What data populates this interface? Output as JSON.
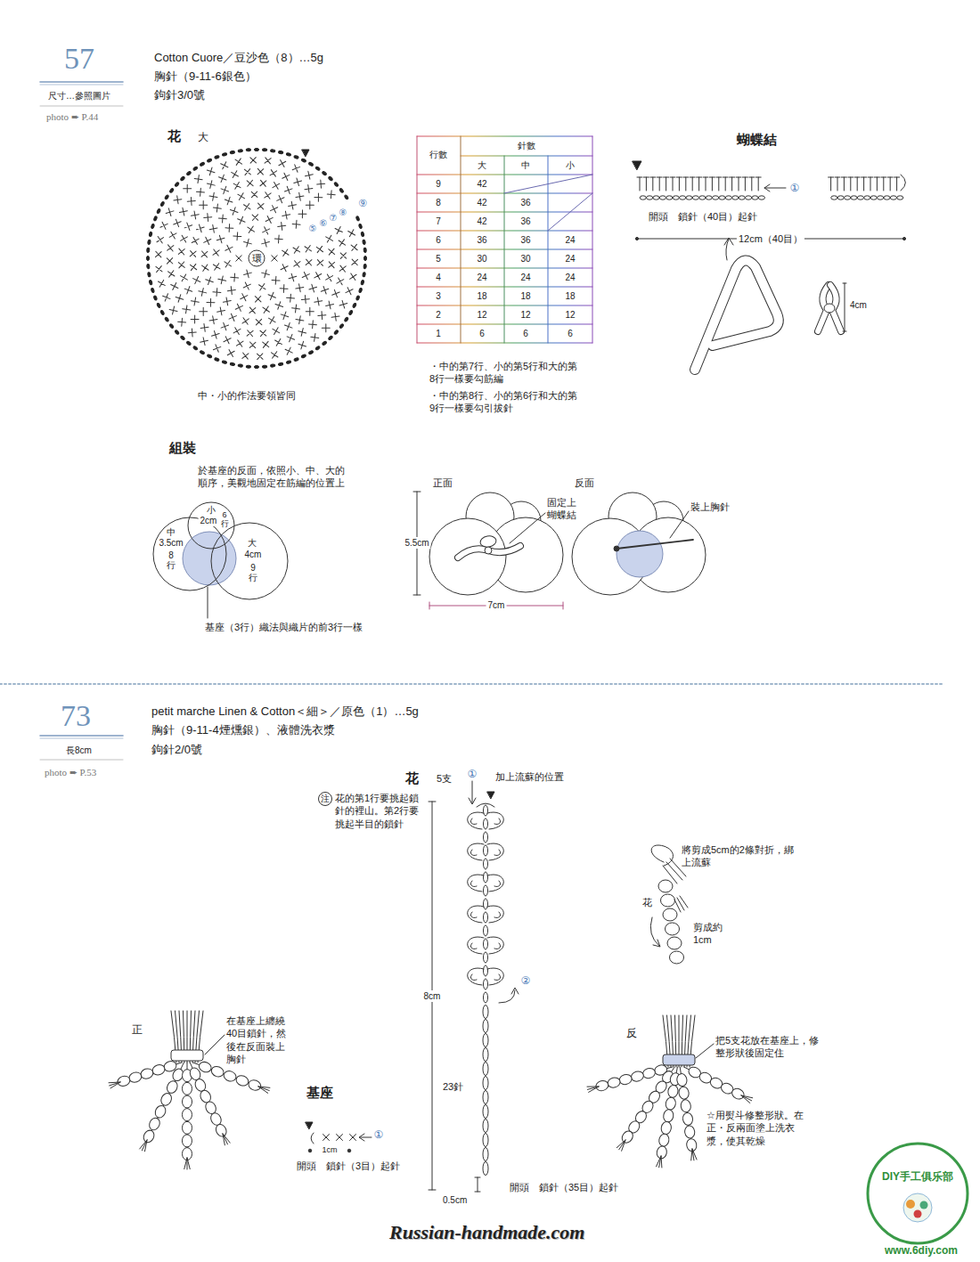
{
  "diagram": {
    "nodes": [
      {
        "text": [
          "小",
          "2cm",
          "6行"
        ]
      },
      {
        "text": [
          "中",
          "3.5cm",
          "8行"
        ]
      },
      {
        "text": [
          "大",
          "4cm",
          "9行"
        ]
      }
    ],
    "labels": [
      "57",
      "尺寸…參照圖片",
      "photo ➨ P.44",
      "Cotton Cuore／豆沙色（8）…5g",
      "胸針（9-11-6銀色）",
      "鉤針3/0號",
      "花",
      "大",
      "環",
      "⑤",
      "⑥",
      "⑦",
      "⑧",
      "⑨",
      "中・小的作法要領皆同",
      "行數",
      "針數",
      "大",
      "中",
      "小",
      "9",
      "42",
      "8",
      "42",
      "36",
      "7",
      "42",
      "36",
      "6",
      "36",
      "36",
      "24",
      "5",
      "30",
      "30",
      "24",
      "4",
      "24",
      "24",
      "24",
      "3",
      "18",
      "18",
      "18",
      "2",
      "12",
      "12",
      "12",
      "1",
      "6",
      "6",
      "6",
      "・中的第7行、小的第5行和大的第8行一樣要勾筋編",
      "・中的第8行、小的第6行和大的第9行一樣要勾引拔針",
      "蝴蝶結",
      "①",
      "開頭　鎖針（40目）起針",
      "12cm（40目）",
      "4cm",
      "組裝",
      "於基座的反面，依照小、中、大的順序，美觀地固定在筋編的位置上",
      "基座（3行）織法與織片的前3行一樣",
      "正面",
      "反面",
      "5.5cm",
      "7cm",
      "固定上蝴蝶結",
      "裝上胸針",
      "73",
      "長8cm",
      "photo ➨ P.53",
      "petit marche Linen & Cotton＜細＞／原色（1）…5g",
      "胸針（9-11-4煙燻銀）、液體洗衣漿",
      "鉤針2/0號",
      "花",
      "5支",
      "①",
      "加上流蘇的位置",
      "注",
      "花的第1行要挑起鎖針的裡山。第2行要挑起半目的鎖針",
      "8cm",
      "②",
      "23針",
      "0.5cm",
      "開頭　鎖針（35目）起針",
      "將剪成5cm的2條對折，綁上流蘇",
      "花",
      "剪成約1cm",
      "正",
      "在基座上纏繞40目鎖針，然後在反面裝上胸針",
      "基座",
      "①",
      "1cm",
      "開頭　鎖針（3目）起針",
      "反",
      "把5支花放在基座上，修整形狀後固定住",
      "☆用熨斗修整形狀。在正・反兩面塗上洗衣漿，使其乾燥",
      "Russian-handmade.com",
      "DIY手工俱乐部",
      "www.6diy.com"
    ]
  }
}
